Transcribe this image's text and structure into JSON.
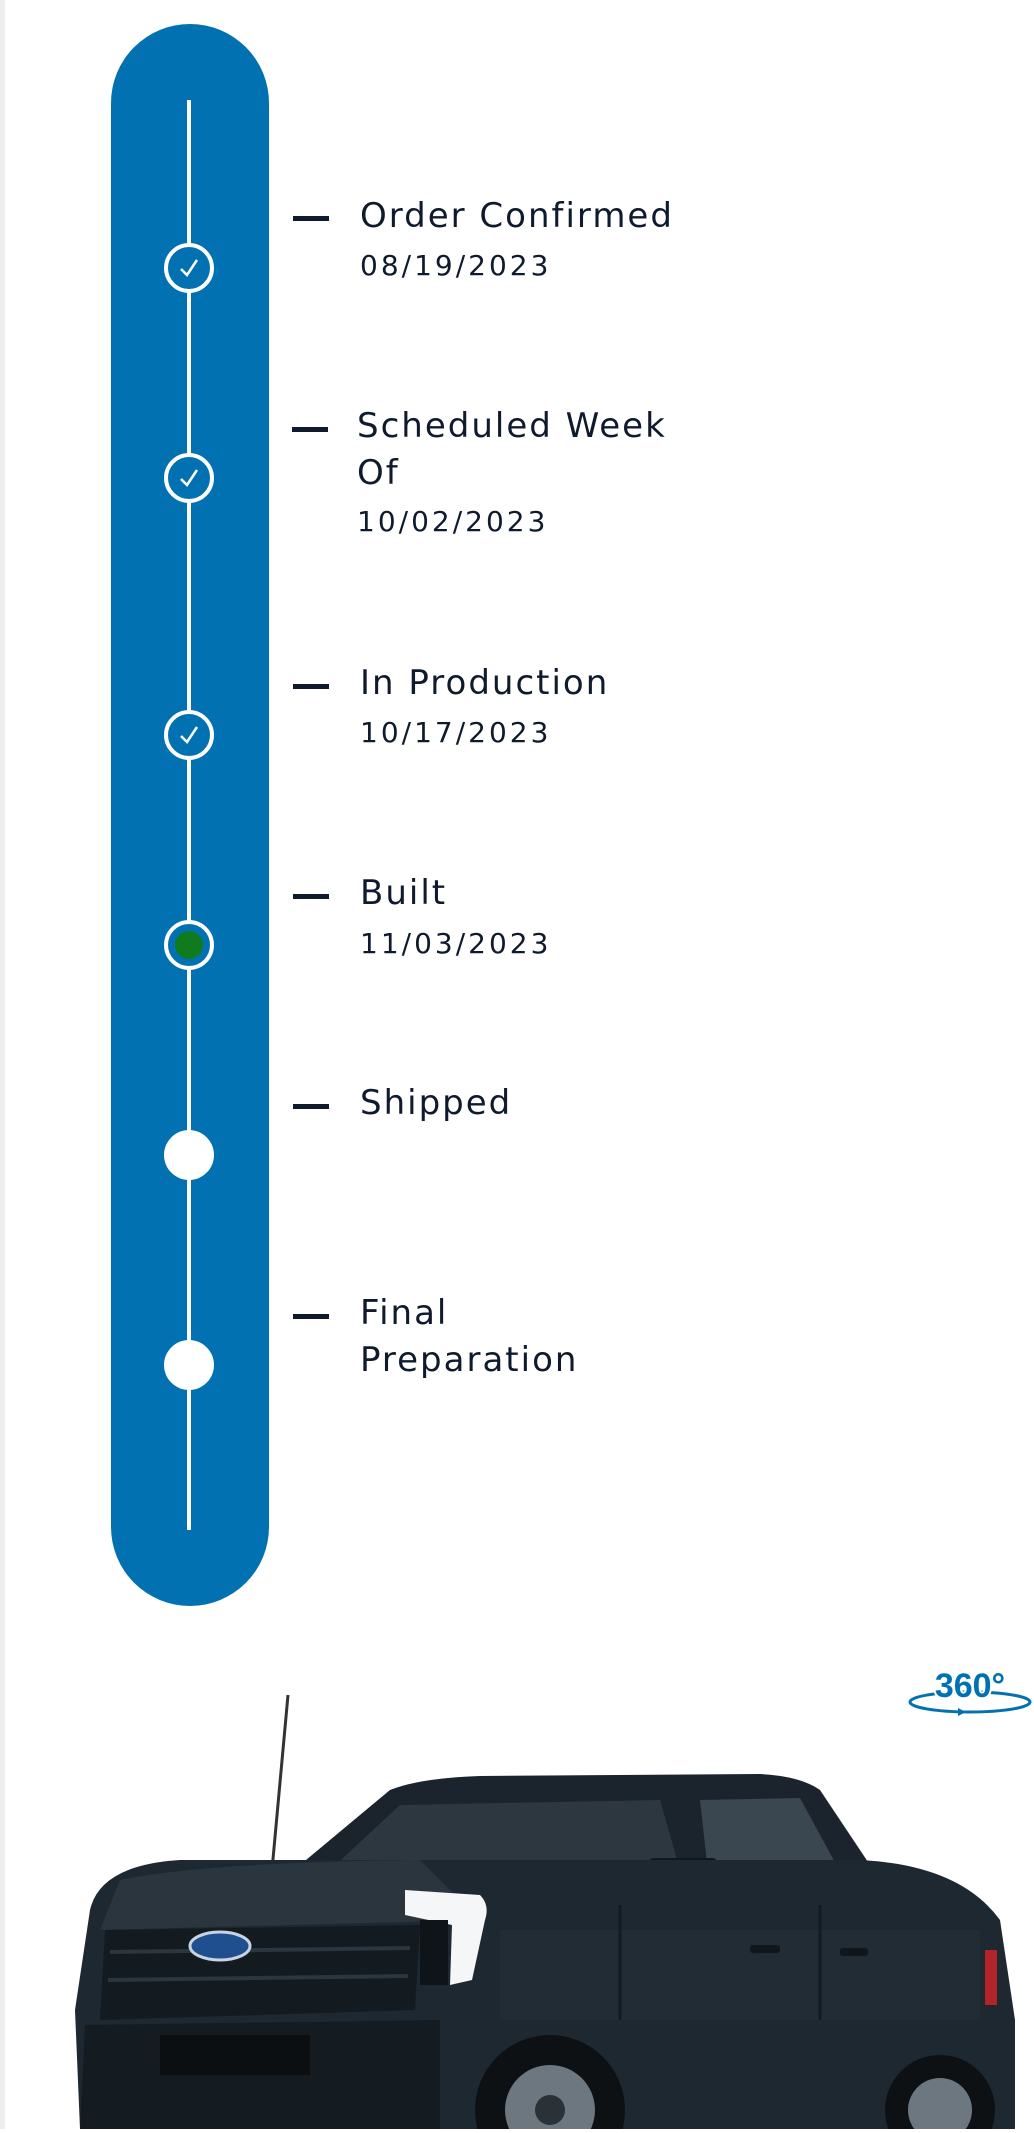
{
  "timeline": {
    "steps": [
      {
        "label": "Order Confirmed",
        "date": "08/19/2023",
        "status": "complete"
      },
      {
        "label": "Scheduled Week Of",
        "date": "10/02/2023",
        "status": "complete"
      },
      {
        "label": "In Production",
        "date": "10/17/2023",
        "status": "complete"
      },
      {
        "label": "Built",
        "date": "11/03/2023",
        "status": "current"
      },
      {
        "label": "Shipped",
        "date": "",
        "status": "pending"
      },
      {
        "label": "Final Preparation",
        "date": "",
        "status": "pending"
      }
    ]
  },
  "viewer": {
    "badge_text": "360°",
    "badge_icon": "360-rotate-icon"
  },
  "colors": {
    "track": "#0271b1",
    "current": "#0f7a1e",
    "text": "#0f1b2d"
  }
}
